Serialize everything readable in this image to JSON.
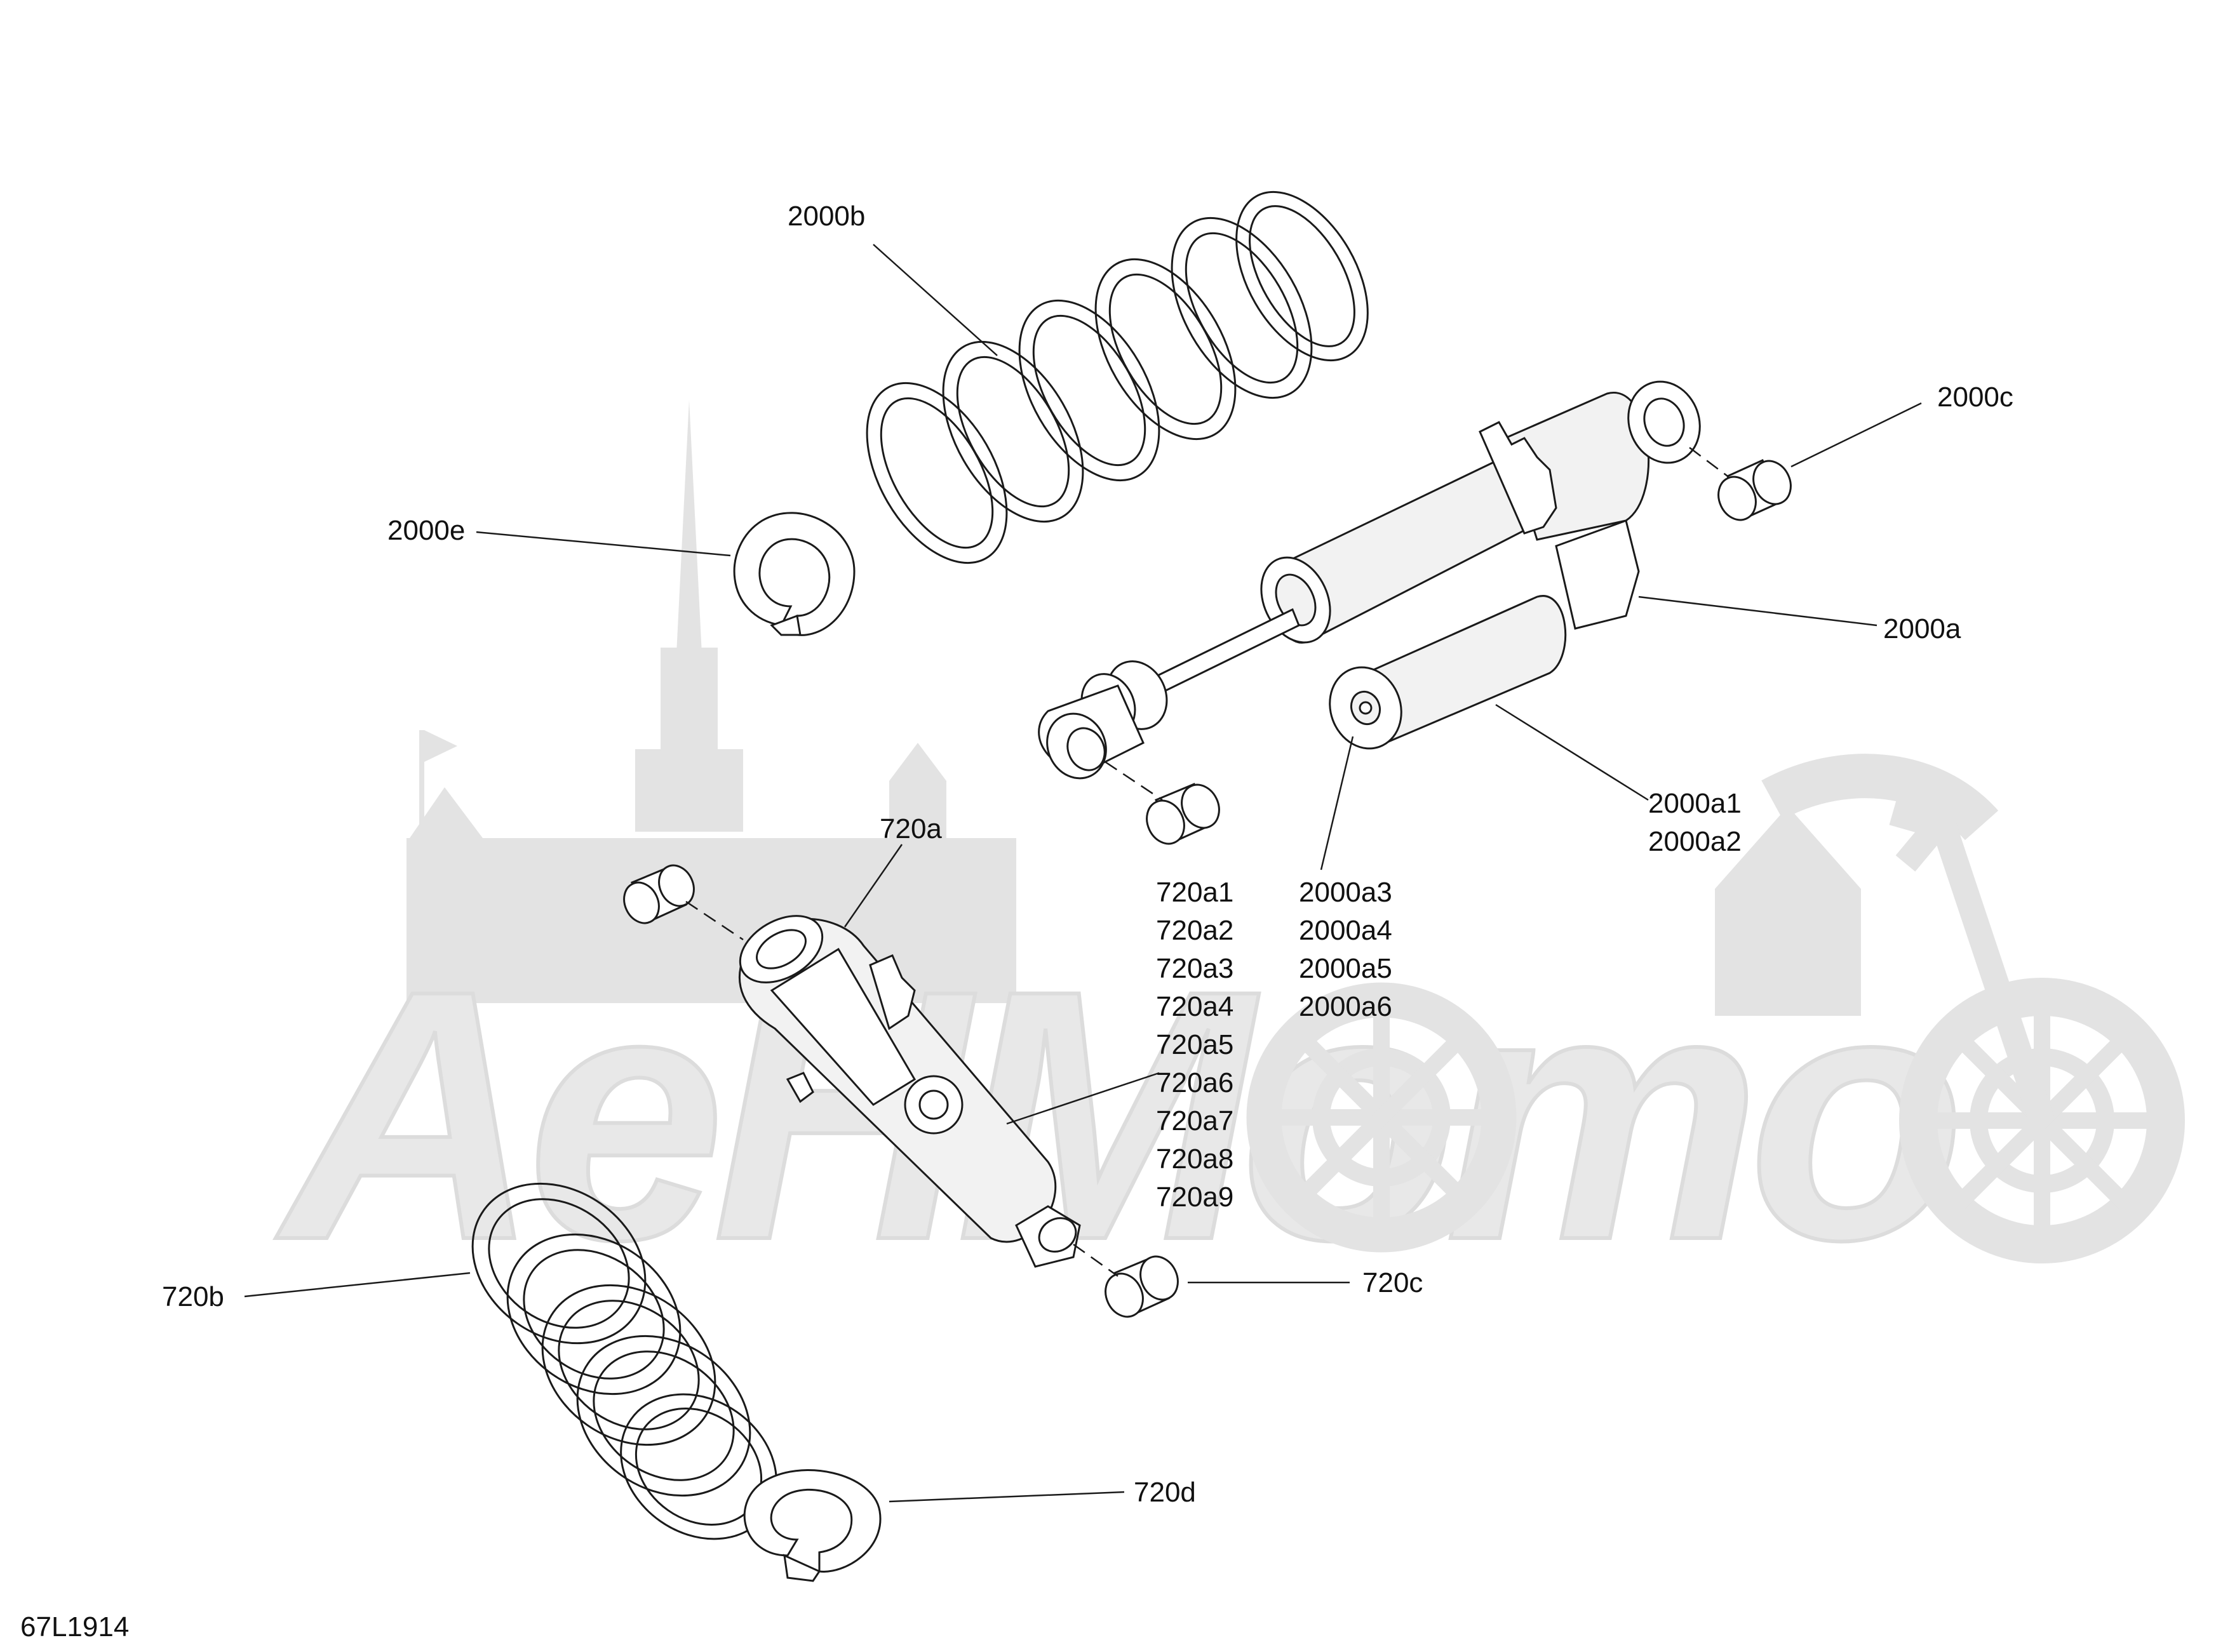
{
  "diagram": {
    "code": "67L1914",
    "labels": {
      "l2000b": "2000b",
      "l2000c": "2000c",
      "l2000e": "2000e",
      "l2000a": "2000a",
      "l2000a1": "2000a1",
      "l2000a2": "2000a2",
      "l2000a3": "2000a3",
      "l2000a4": "2000a4",
      "l2000a5": "2000a5",
      "l2000a6": "2000a6",
      "l720a": "720a",
      "l720a1": "720a1",
      "l720a2": "720a2",
      "l720a3": "720a3",
      "l720a4": "720a4",
      "l720a5": "720a5",
      "l720a6": "720a6",
      "l720a7": "720a7",
      "l720a8": "720a8",
      "l720a9": "720a9",
      "l720b": "720b",
      "l720c": "720c",
      "l720d": "720d"
    }
  },
  "watermark": {
    "text": "AeHMomo",
    "color": "#e3e3e3"
  }
}
